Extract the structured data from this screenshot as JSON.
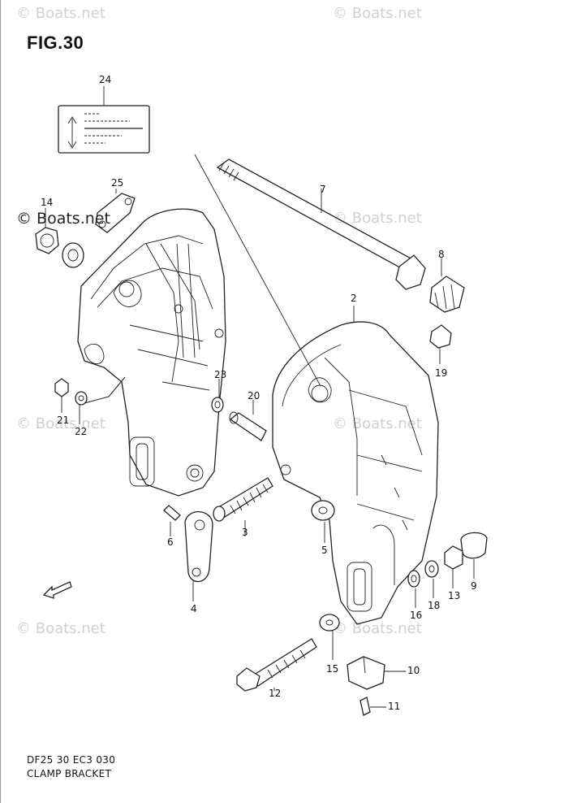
{
  "figure": {
    "title": "FIG.30"
  },
  "watermarks": {
    "faint": "© Boats.net",
    "dark": "© Boats.net"
  },
  "callouts": {
    "c2": "2",
    "c3": "3",
    "c4": "4",
    "c5": "5",
    "c6": "6",
    "c7": "7",
    "c8": "8",
    "c9": "9",
    "c10": "10",
    "c11": "11",
    "c12": "12",
    "c13": "13",
    "c14": "14",
    "c15": "15",
    "c16": "16",
    "c18": "18",
    "c19": "19",
    "c20": "20",
    "c21": "21",
    "c22": "22",
    "c23": "23",
    "c24": "24",
    "c25": "25"
  },
  "footer": {
    "code": "DF25 30 EC3 030",
    "caption": "CLAMP BRACKET"
  },
  "icons": {
    "fwd_arrow": "fwd-arrow-icon",
    "label_plate": "label-plate-icon"
  },
  "colors": {
    "line": "#222222",
    "watermark": "#d0d0d0",
    "background": "#ffffff"
  }
}
